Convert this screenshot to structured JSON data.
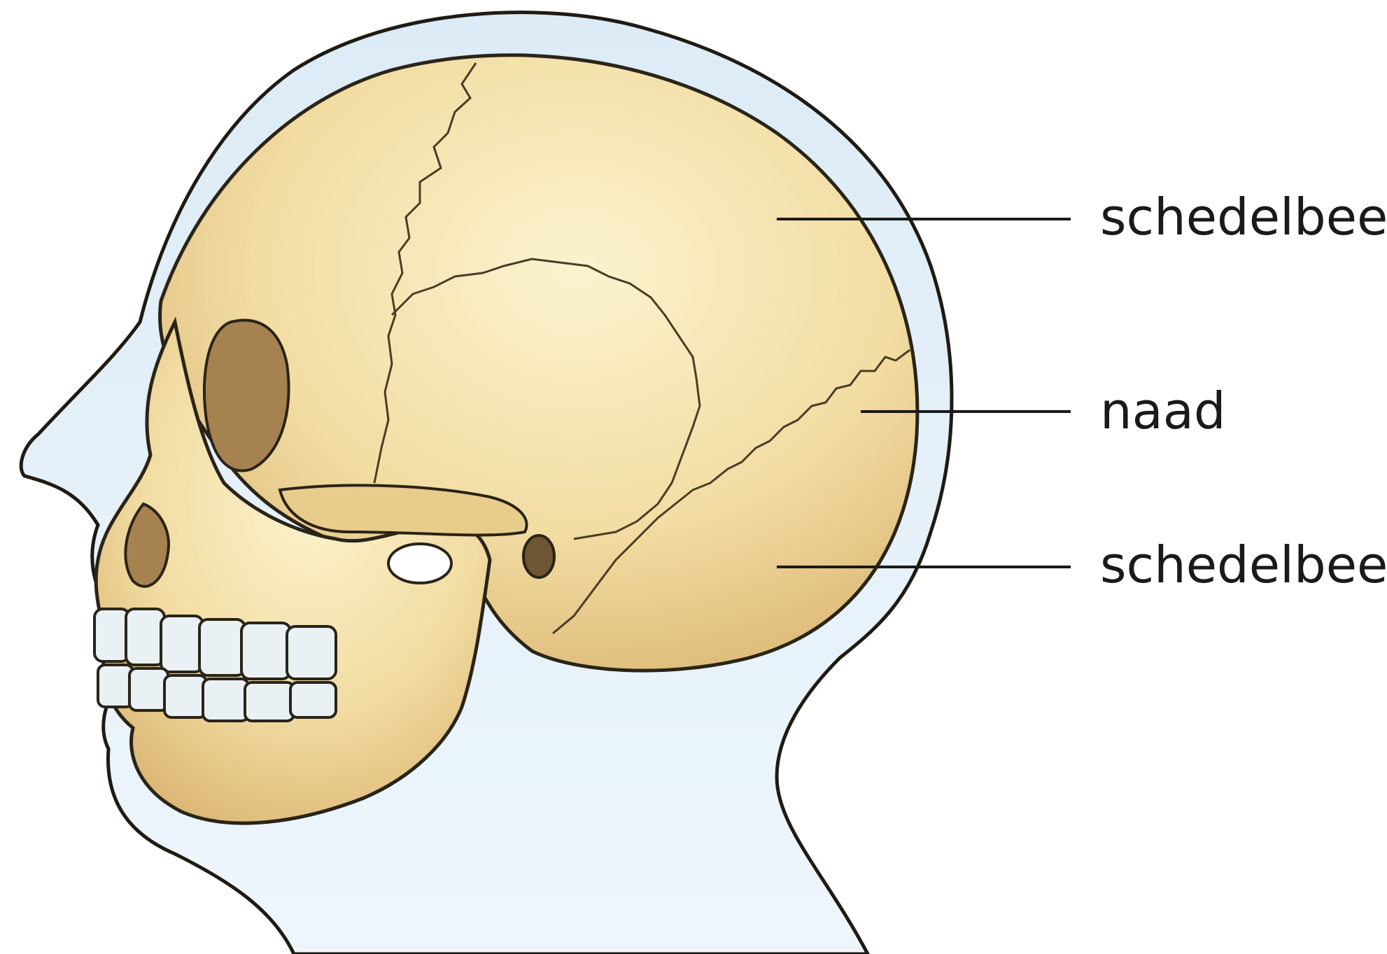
{
  "diagram": {
    "subject": "skull-lateral-view",
    "colors": {
      "bone": "#f2dda3",
      "bone_shade": "#d9b979",
      "skin": "#d6e9f5",
      "outline": "#2a2418"
    },
    "labels": [
      {
        "id": "upper",
        "text": "schedelbeen"
      },
      {
        "id": "middle",
        "text": "naad"
      },
      {
        "id": "lower",
        "text": "schedelbeen"
      }
    ]
  }
}
